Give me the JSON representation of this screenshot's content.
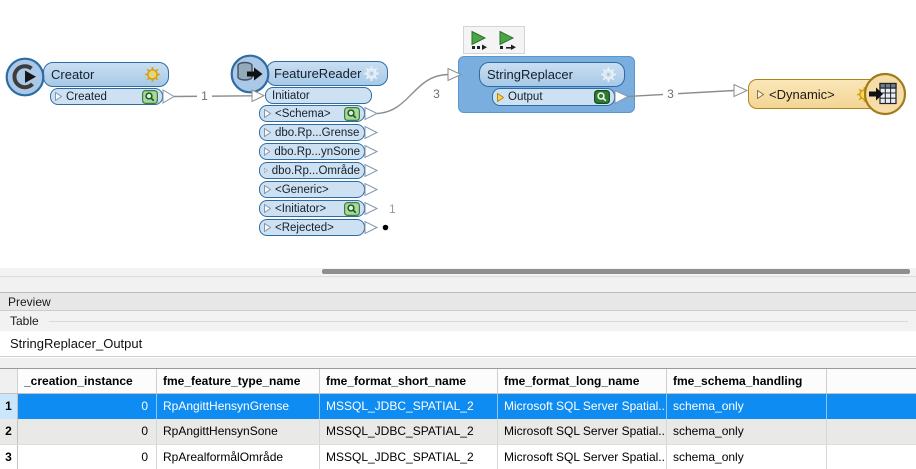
{
  "canvas": {
    "creator": {
      "title": "Creator",
      "port": "Created"
    },
    "feature_reader": {
      "title": "FeatureReader",
      "input_port": "Initiator",
      "output_ports": [
        "<Schema>",
        "dbo.Rp...Grense",
        "dbo.Rp...ynSone",
        "dbo.Rp...Område",
        "<Generic>",
        "<Initiator>",
        "<Rejected>"
      ],
      "initiator_count": "1"
    },
    "string_replacer": {
      "title": "StringReplacer",
      "port": "Output"
    },
    "dynamic_writer": {
      "title": "<Dynamic>"
    },
    "connections": {
      "creator_to_reader": "1",
      "schema_to_replacer": "3",
      "replacer_to_writer": "3"
    }
  },
  "preview_panel": {
    "title": "Preview",
    "group": "Table",
    "table_name": "StringReplacer_Output"
  },
  "table": {
    "columns": [
      "_creation_instance",
      "fme_feature_type_name",
      "fme_format_short_name",
      "fme_format_long_name",
      "fme_schema_handling"
    ],
    "rows": [
      {
        "num": "1",
        "selected": true,
        "cells": [
          "0",
          "RpAngittHensynGrense",
          "MSSQL_JDBC_SPATIAL_2",
          "Microsoft SQL Server Spatial...",
          "schema_only"
        ]
      },
      {
        "num": "2",
        "selected": false,
        "cells": [
          "0",
          "RpAngittHensynSone",
          "MSSQL_JDBC_SPATIAL_2",
          "Microsoft SQL Server Spatial...",
          "schema_only"
        ]
      },
      {
        "num": "3",
        "selected": false,
        "cells": [
          "0",
          "RpArealformålOmråde",
          "MSSQL_JDBC_SPATIAL_2",
          "Microsoft SQL Server Spatial...",
          "schema_only"
        ]
      }
    ]
  },
  "colors": {
    "node_fill": "#aecde9",
    "port_fill": "#cde1f3",
    "node_border": "#2e6da4",
    "writer_fill": "#f6dca6",
    "writer_border": "#b08515",
    "selection": "#79aede",
    "selected_row": "#0e8cf1",
    "magnifier_green": "#a8d8a0",
    "magnifier_active": "#2f7d32",
    "gear_yellow": "#ffd24d"
  }
}
